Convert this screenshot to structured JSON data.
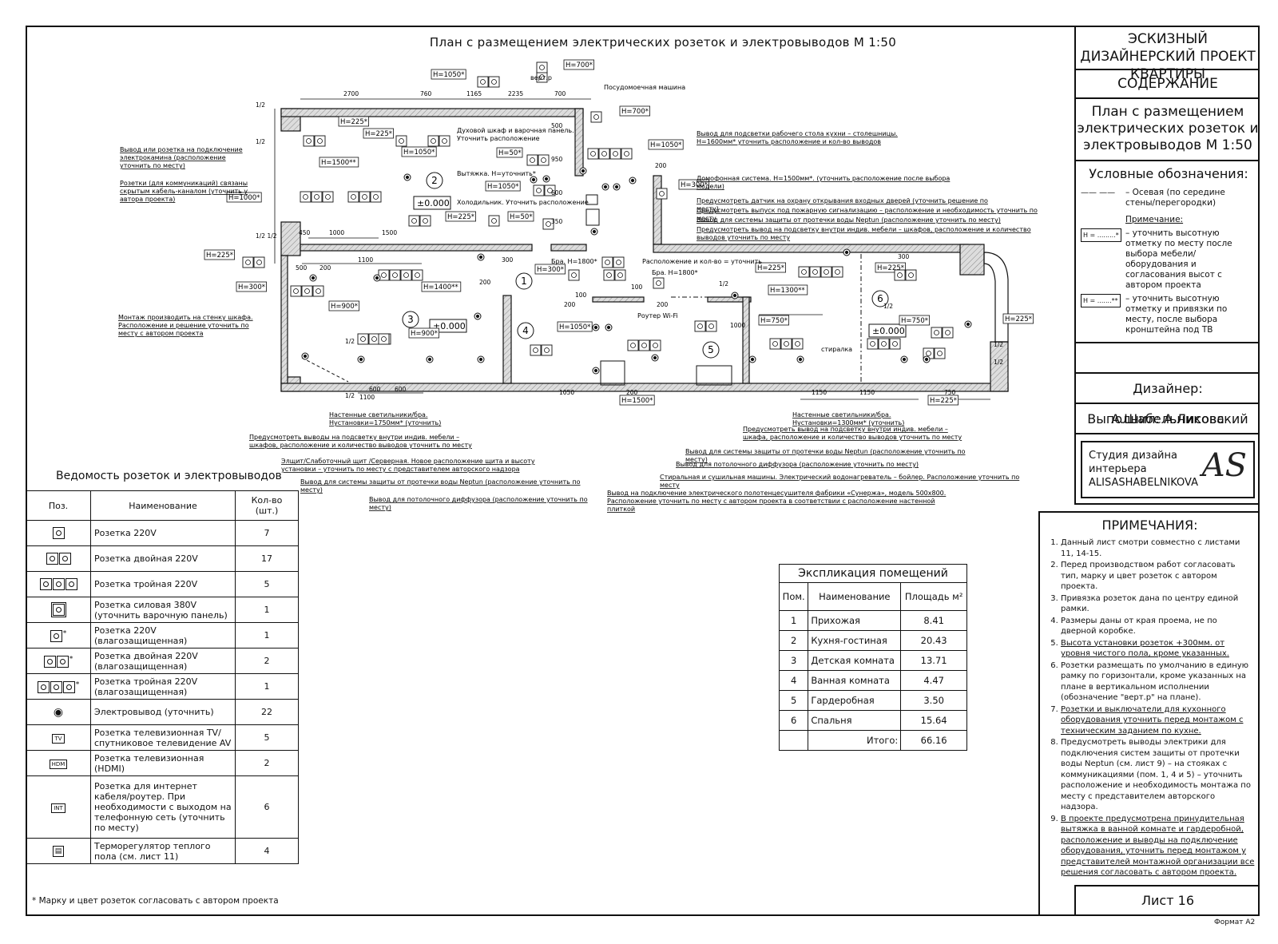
{
  "plan_title": "План с размещением электрических розеток и электровыводов М 1:50",
  "title_block": {
    "project": "ЭСКИЗНЫЙ ДИЗАЙНЕРСКИЙ ПРОЕКТ КВАРТИРЫ",
    "contents": "СОДЕРЖАНИЕ",
    "sheet_name": "План с размещением электрических розеток и электровыводов М 1:50",
    "legend_title": "Условные обозначения:",
    "legend_axis": "– Осевая (по середине стены/перегородки)",
    "legend_note_title": "Примечание:",
    "legend_h1_key": "Н = .........*",
    "legend_h1": "– уточнить высотную отметку по месту после выбора мебели/оборудования и согласования высот с автором проекта",
    "legend_h2_key": "Н = .......**",
    "legend_h2": "– уточнить высотную отметку и привязки по месту, после выбора кронштейна под ТВ",
    "designer": "Дизайнер: А.Шабельникова",
    "executed": "Выполнил: А.Лисовский",
    "studio_line1": "Студия дизайна",
    "studio_line2": "интерьера",
    "studio_line3": "ALISASHABELNIKOVA",
    "monogram": "AS",
    "sheet": "Лист 16",
    "format": "Формат А2"
  },
  "notes": {
    "title": "ПРИМЕЧАНИЯ:",
    "items": [
      "Данный лист смотри совместно с листами 11, 14-15.",
      "Перед производством работ согласовать тип, марку и цвет розеток с автором проекта.",
      "Привязка розеток дана по центру единой рамки.",
      "Размеры даны от края проема, не по дверной коробке.",
      "Высота установки розеток +300мм. от уровня чистого пола, кроме указанных.",
      "Розетки размещать по умолчанию в единую рамку по горизонтали, кроме указанных на плане в вертикальном исполнении (обозначение \"верт.р\" на плане).",
      "Розетки и выключатели для кухонного оборудования уточнить перед монтажом с техническим заданием по кухне.",
      "Предусмотреть выводы электрики для подключения систем защиты от протечки воды Neptun (см. лист 9) – на стояках с коммуникациями (пом. 1, 4 и 5) – уточнить расположение и необходимость монтажа по месту с представителем авторского надзора.",
      "В проекте предусмотрена принудительная вытяжка в ванной комнате и гардеробной, расположение и выводы на подключение оборудования, уточнить перед монтажом у представителей монтажной организации все решения согласовать с автором проекта."
    ]
  },
  "schedule": {
    "title": "Ведомость розеток и электровыводов",
    "headers": [
      "Поз.",
      "Наименование",
      "Кол-во (шт.)"
    ],
    "rows": [
      {
        "symbol": "socket-1",
        "name": "Розетка 220V",
        "qty": "7"
      },
      {
        "symbol": "socket-2",
        "name": "Розетка двойная 220V",
        "qty": "17"
      },
      {
        "symbol": "socket-3",
        "name": "Розетка тройная 220V",
        "qty": "5"
      },
      {
        "symbol": "socket-380",
        "name": "Розетка силовая 380V (уточнить варочную панель)",
        "qty": "1"
      },
      {
        "symbol": "socket-1-wet",
        "name": "Розетка 220V (влагозащищенная)",
        "qty": "1"
      },
      {
        "symbol": "socket-2-wet",
        "name": "Розетка двойная 220V (влагозащищенная)",
        "qty": "2"
      },
      {
        "symbol": "socket-3-wet",
        "name": "Розетка тройная 220V (влагозащищенная)",
        "qty": "1"
      },
      {
        "symbol": "outlet",
        "name": "Электровывод (уточнить)",
        "qty": "22"
      },
      {
        "symbol": "tv",
        "name": "Розетка телевизионная TV/ спутниковое телевидение AV",
        "qty": "5"
      },
      {
        "symbol": "hdmi",
        "name": "Розетка телевизионная (HDMI)",
        "qty": "2"
      },
      {
        "symbol": "int",
        "name": "Розетка для интернет кабеля/роутер. При необходимости с выходом на телефонную сеть (уточнить по месту)",
        "qty": "6"
      },
      {
        "symbol": "thermo",
        "name": "Терморегулятор теплого пола (см. лист 11)",
        "qty": "4"
      }
    ],
    "footnote": "* Марку и цвет розеток согласовать с автором проекта",
    "tags": {
      "tv": "TV",
      "hdmi": "HDM",
      "int": "INT"
    }
  },
  "explication": {
    "title": "Экспликация помещений",
    "headers": [
      "Пом.",
      "Наименование",
      "Площадь м²"
    ],
    "rows": [
      {
        "n": "1",
        "name": "Прихожая",
        "area": "8.41"
      },
      {
        "n": "2",
        "name": "Кухня-гостиная",
        "area": "20.43"
      },
      {
        "n": "3",
        "name": "Детская комната",
        "area": "13.71"
      },
      {
        "n": "4",
        "name": "Ванная комната",
        "area": "4.47"
      },
      {
        "n": "5",
        "name": "Гардеробная",
        "area": "3.50"
      },
      {
        "n": "6",
        "name": "Спальня",
        "area": "15.64"
      }
    ],
    "total_label": "Итого:",
    "total": "66.16"
  },
  "plan": {
    "rooms": [
      "1",
      "2",
      "3",
      "4",
      "5",
      "6"
    ],
    "levels": [
      "±0.000",
      "±0.000",
      "±0.000",
      "±0.000"
    ],
    "heights": [
      "Н=1050*",
      "Н=700*",
      "Н=700*",
      "Н=225*",
      "Н=225*",
      "Н=1050*",
      "Н=50*",
      "Н=1050*",
      "Н=1500**",
      "Н=1000*",
      "Н=1050*",
      "Н=300*",
      "Н=225*",
      "Н=50*",
      "Н=225*",
      "Н=300*",
      "Н=1400**",
      "Н=900*",
      "Н=900*",
      "Н=1050*",
      "Н=300*",
      "Н=225*",
      "Н=1300**",
      "Н=225*",
      "Н=750*",
      "Н=750*",
      "Н=225*",
      "Н=1500*",
      "Н=225*"
    ],
    "dims_top": [
      "2700",
      "760",
      "1165",
      "2235",
      "700"
    ],
    "dims_misc": [
      "1/2",
      "1/2",
      "1/2 1/2",
      "450",
      "1000",
      "1500",
      "1100",
      "300",
      "500",
      "200",
      "200",
      "1100",
      "600",
      "600",
      "1050",
      "200",
      "200",
      "200",
      "100",
      "100",
      "300",
      "1000",
      "1/2",
      "1/2",
      "1/2",
      "1/2",
      "1150",
      "1150",
      "750",
      "500",
      "950",
      "600",
      "350",
      "200",
      "1/2",
      "1/2"
    ],
    "mini_labels": [
      "верт.р",
      "Посудомоечная машина",
      "Духовой шкаф и варочная панель. Уточнить расположение",
      "Вытяжка. Н=уточнить*",
      "Холодильник. Уточнить расположение",
      "Бра. Н=1800*",
      "Бра. Н=1800*",
      "Расположение и кол-во = уточнить",
      "Роутер Wi-Fi",
      "стиралка"
    ],
    "callouts": [
      "Вывод или розетка на подключение электрокамина (расположение уточнить по месту)",
      "Розетки (для коммуникаций) связаны скрытым кабель-каналом (уточнить у автора проекта)",
      "Монтаж производить на стенку шкафа. Расположение и решение уточнить по месту с автором проекта",
      "Вывод для подсветки рабочего стола кухни – столешницы. Н=1600мм* уточнить расположение и кол-во выводов",
      "Домофонная система. Н=1500мм*. (уточнить расположение после выбора модели)",
      "Предусмотреть датчик на охрану открывания входных дверей (уточнить решение по месту)",
      "Предусмотреть выпуск под пожарную сигнализацию – расположение и необходимость уточнить по месту",
      "Вывод для системы защиты от протечки воды Neptun (расположение уточнить по месту)",
      "Предусмотреть вывод на подсветку внутри индив. мебели – шкафов, расположение и количество выводов уточнить по месту",
      "Настенные светильники/бра. Нустановки=1750мм* (уточнить)",
      "Настенные светильники/бра. Нустановки=1300мм* (уточнить)",
      "Предусмотреть выводы на подсветку внутри индив. мебели – шкафов, расположение и количество выводов уточнить по месту",
      "Предусмотреть вывод на подсветку внутри индив. мебели – шкафа, расположение и количество выводов уточнить по месту",
      "Элщит/Слаботочный щит /Серверная. Новое расположение щита и высоту установки – уточнить по месту с представителем авторского надзора",
      "Вывод для системы защиты от протечки воды Neptun (расположение уточнить по месту)",
      "Вывод для потолочного диффузора (расположение уточнить по месту)",
      "Вывод для системы защиты от протечки воды Neptun (расположение уточнить по месту)",
      "Вывод для потолочного диффузора (расположение уточнить по месту)",
      "Стиральная и сушильная машины. Электрический водонагреватель – бойлер. Расположение уточнить по месту",
      "Вывод на подключение электрического полотенцесушителя фабрики «Сунержа», модель 500х800. Расположение уточнить по месту с автором проекта в соответствии с расположение настенной плиткой"
    ]
  }
}
